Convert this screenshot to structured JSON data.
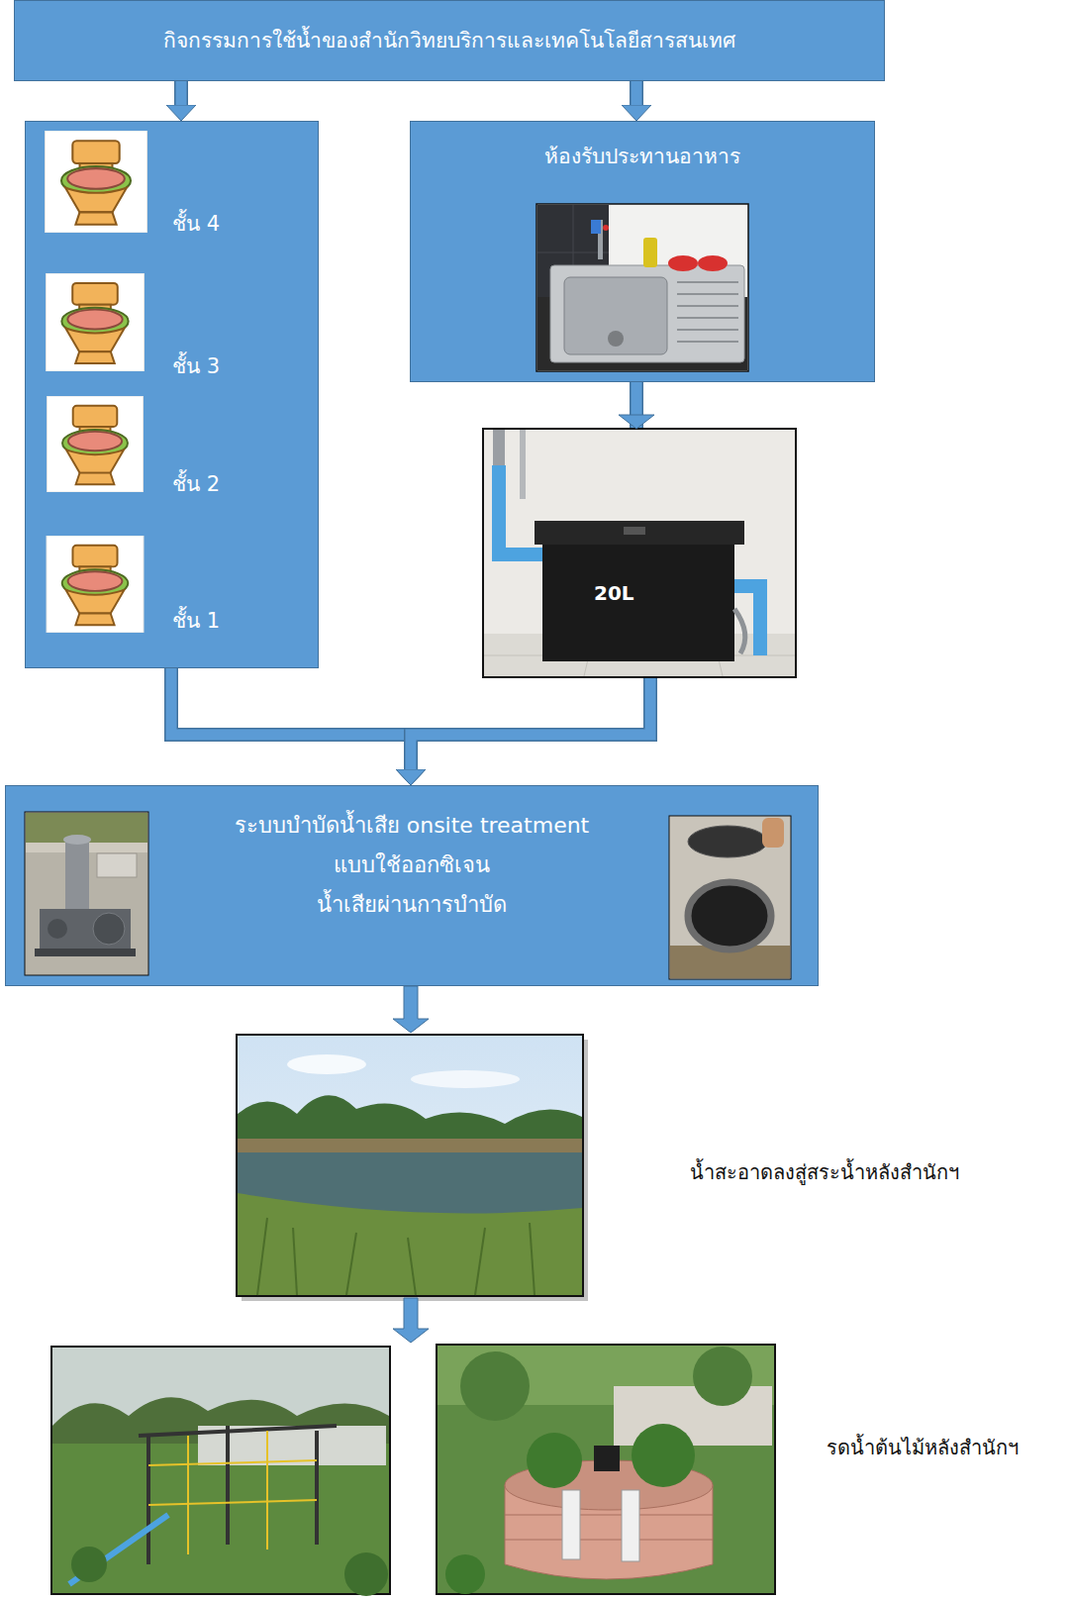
{
  "diagram": {
    "nodes": [
      {
        "text": [
          "กิจกรรมการใช้น้ำของสำนักวิทยบริการและเทคโนโลยีสารสนเทศ"
        ]
      },
      {
        "text": [
          "ชั้น 4",
          "ชั้น 3",
          "ชั้น 2",
          "ชั้น 1"
        ]
      },
      {
        "text": [
          "ห้องรับประทานอาหาร"
        ]
      },
      {
        "text": [
          "ระบบบำบัดน้ำเสีย onsite treatment",
          "แบบใช้ออกซิเจน",
          "น้ำเสียผ่านการบำบัด"
        ]
      }
    ],
    "edges": [
      {
        "from": 0,
        "to": 1,
        "arrow": "to"
      },
      {
        "from": 0,
        "to": 2,
        "arrow": "to"
      },
      {
        "from": 1,
        "to": 3,
        "arrow": "to"
      },
      {
        "from": 2,
        "to": 3,
        "arrow": "to"
      }
    ],
    "labels": [
      "20L",
      "น้ำสะอาดลงสู่สระน้ำหลังสำนักฯ",
      "รดน้ำต้นไม้หลังสำนักฯ"
    ]
  }
}
